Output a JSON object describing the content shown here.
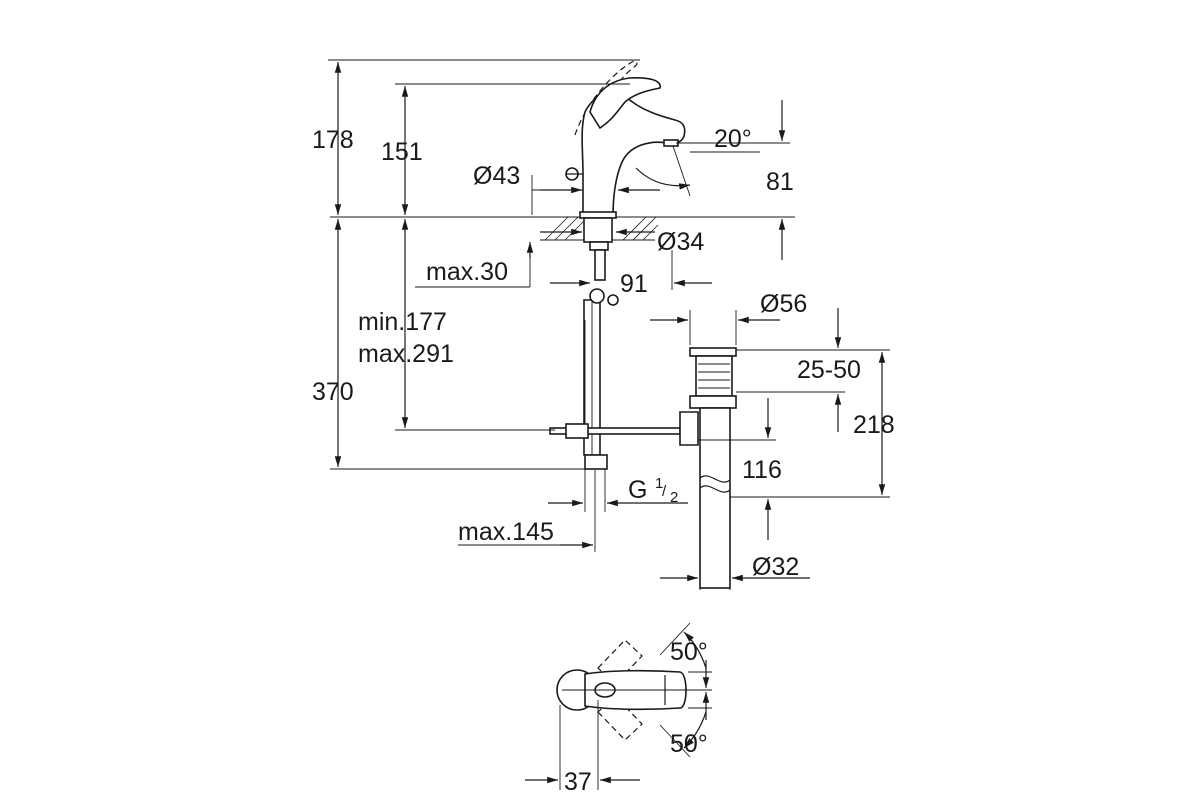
{
  "labels": {
    "total_height": "178",
    "spout_height": "151",
    "spout_angle": "20°",
    "spout_to_deck": "81",
    "base_diameter": "Ø43",
    "hole_diameter": "Ø34",
    "max_deck": "max.30",
    "reach": "91",
    "min_hose": "min.177",
    "max_hose": "max.291",
    "below_deck": "370",
    "waste_diameter": "Ø56",
    "waste_range": "25-50",
    "waste_height": "218",
    "tail_length": "116",
    "thread_g": "G",
    "thread_num": "1",
    "thread_den": "2",
    "max_offset": "max.145",
    "tail_diameter": "Ø32",
    "rot_top": "50°",
    "rot_bottom": "50°",
    "handle_offset": "37"
  },
  "colors": {
    "line": "#1a1a1a",
    "background": "#ffffff"
  }
}
